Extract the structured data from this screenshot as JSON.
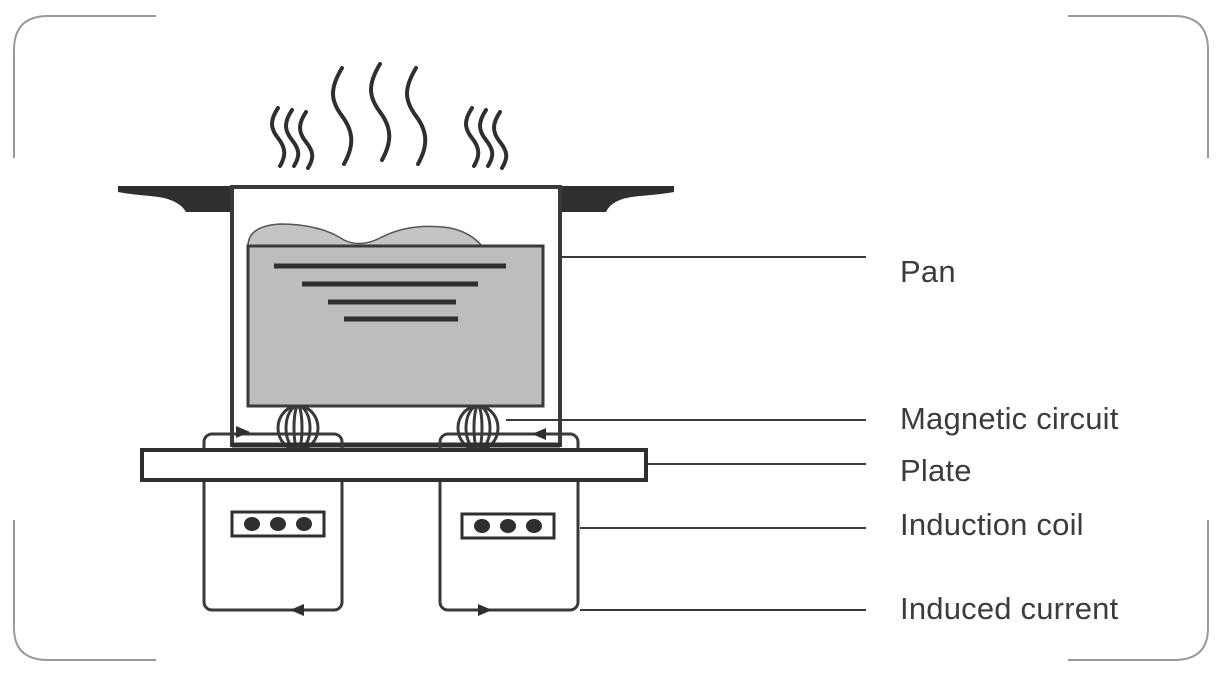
{
  "labels": {
    "pan": "Pan",
    "magnetic_circuit": "Magnetic circuit",
    "plate": "Plate",
    "induction_coil": "Induction coil",
    "induced_current": "Induced current"
  },
  "colors": {
    "line": "#3a3a3a",
    "dark": "#2f2f2f",
    "fill_gray": "#bdbdbd",
    "frame": "#9a9a9a",
    "label_text": "#3c3c3c"
  }
}
